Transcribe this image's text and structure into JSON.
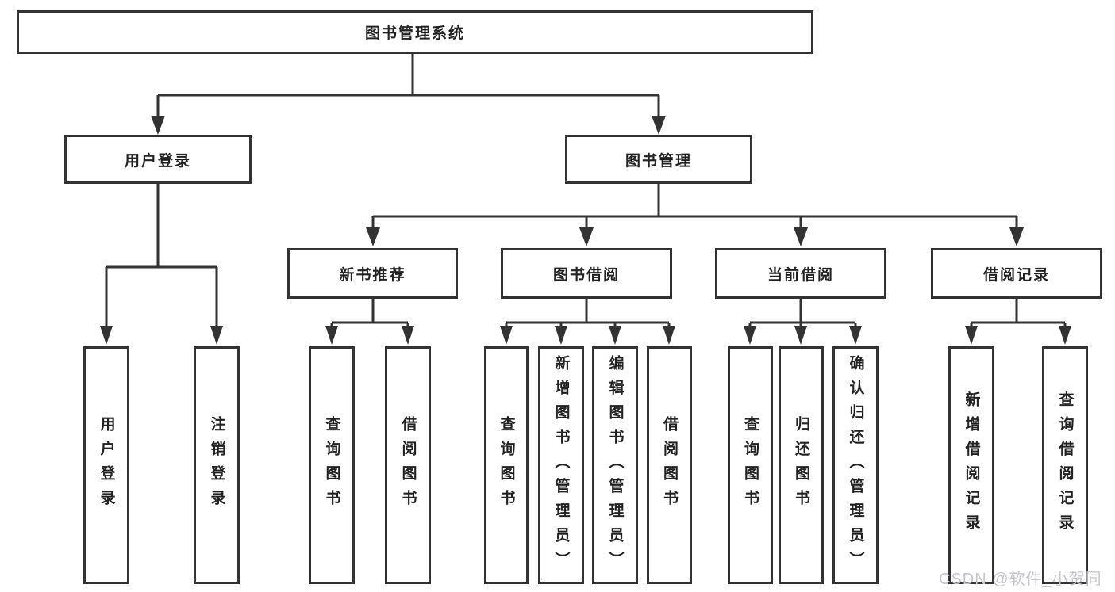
{
  "diagram": {
    "root": {
      "label": "图书管理系统"
    },
    "branches": [
      {
        "label": "用户登录",
        "leaves": [
          {
            "label": "用户登录"
          },
          {
            "label": "注销登录"
          }
        ]
      },
      {
        "label": "图书管理",
        "groups": [
          {
            "label": "新书推荐",
            "leaves": [
              {
                "label": "查询图书"
              },
              {
                "label": "借阅图书"
              }
            ]
          },
          {
            "label": "图书借阅",
            "leaves": [
              {
                "label": "查询图书"
              },
              {
                "label": "新增图书（管理员）"
              },
              {
                "label": "编辑图书（管理员）"
              },
              {
                "label": "借阅图书"
              }
            ]
          },
          {
            "label": "当前借阅",
            "leaves": [
              {
                "label": "查询图书"
              },
              {
                "label": "归还图书"
              },
              {
                "label": "确认归还（管理员）"
              }
            ]
          },
          {
            "label": "借阅记录",
            "leaves": [
              {
                "label": "新增借阅记录"
              },
              {
                "label": "查询借阅记录"
              }
            ]
          }
        ]
      }
    ]
  },
  "watermark": {
    "text": "CSDN @软件_小贺同学"
  },
  "colors": {
    "line": "#333333",
    "box_border": "#333333",
    "box_background": "#ffffff",
    "text": "#222222",
    "watermark": "#c5c5ca",
    "page_background": "#ffffff"
  }
}
